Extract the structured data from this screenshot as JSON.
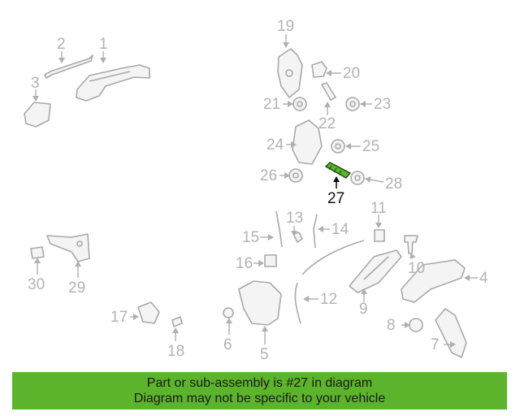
{
  "diagram": {
    "highlight_color": "#5cb32c",
    "highlighted_part": "27",
    "labels": [
      "1",
      "2",
      "3",
      "4",
      "5",
      "6",
      "7",
      "8",
      "9",
      "10",
      "11",
      "12",
      "13",
      "14",
      "15",
      "16",
      "17",
      "18",
      "19",
      "20",
      "21",
      "22",
      "23",
      "24",
      "25",
      "26",
      "27",
      "28",
      "29",
      "30"
    ]
  },
  "footer": {
    "line1": "Part or sub-assembly is #27 in diagram",
    "line2": "Diagram may not be specific to your vehicle",
    "background": "#5cb32c"
  }
}
